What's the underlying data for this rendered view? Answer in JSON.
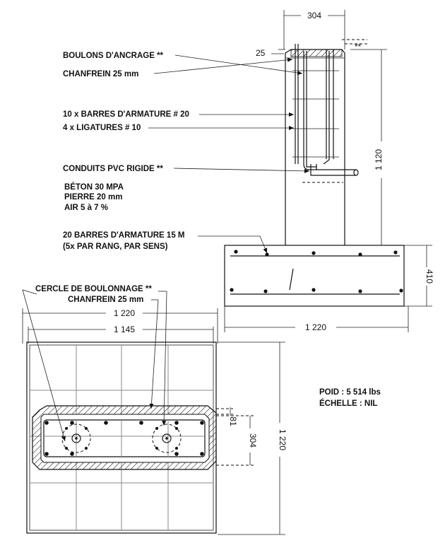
{
  "elevation": {
    "labels": {
      "anchor_bolts": "BOULONS D'ANCRAGE **",
      "chamfer": "CHANFREIN 25 mm",
      "vertical_bars": "10 x BARRES D'ARMATURE # 20",
      "ties": "4 x LIGATURES # 10",
      "conduits": "CONDUITS PVC RIGIDE **",
      "concrete": "BÉTON 30 MPA",
      "stone": "PIERRE 20 mm",
      "air": "AIR 5 à 7 %",
      "footing_bars": "20 BARRES D'ARMATURE 15 M",
      "footing_bars_note": "(5x PAR RANG, PAR SENS)"
    },
    "dimensions": {
      "pier_width": "304",
      "top_chamfer": "25",
      "top_note": "**",
      "pier_height": "1 120",
      "footing_height": "410",
      "footing_width": "1 220"
    }
  },
  "plan": {
    "labels": {
      "bolt_circle": "CERCLE DE BOULONNAGE **",
      "chamfer": "CHANFREIN 25 mm"
    },
    "dimensions": {
      "overall_width": "1 220",
      "inner_width": "1 145",
      "edge_offset": "81",
      "pier_depth": "304",
      "overall_depth": "1 220"
    }
  },
  "notes": {
    "weight": "POID : 5 514 lbs",
    "scale": "ÉCHELLE : NIL"
  }
}
